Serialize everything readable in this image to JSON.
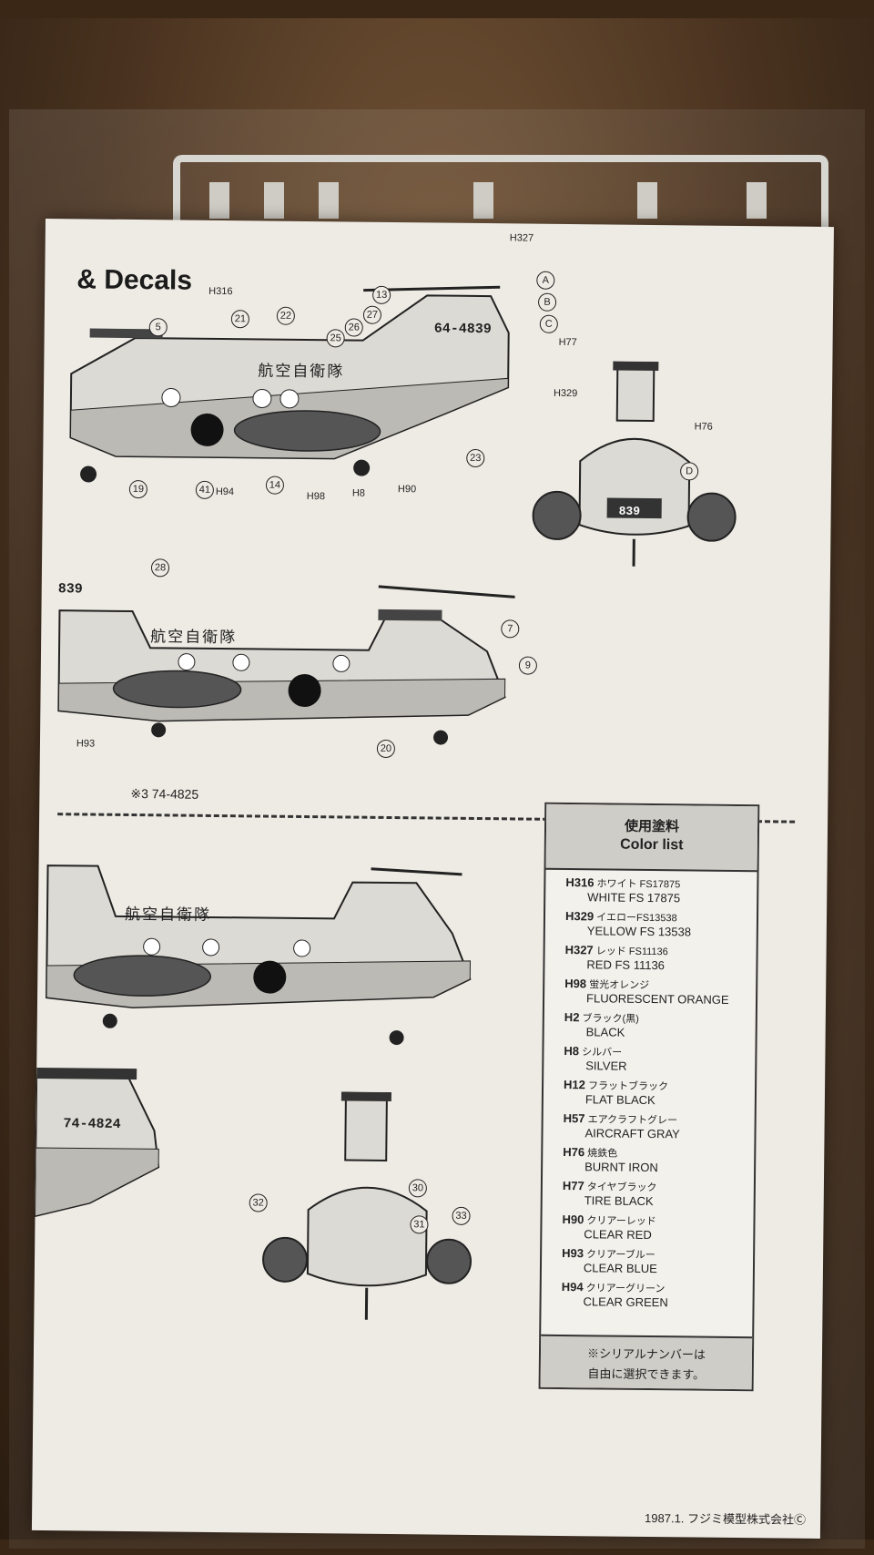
{
  "sheet": {
    "title": "& Decals",
    "profile_note": "※3 74-4825",
    "footer": "1987.1. フジミ模型株式会社Ⓒ"
  },
  "serials": [
    "64-4839",
    "839",
    "839",
    "74-4824"
  ],
  "marking_text": "航空自衛隊",
  "callouts": [
    "A",
    "B",
    "C",
    "D",
    "5",
    "13",
    "21",
    "22",
    "23",
    "25",
    "26",
    "27",
    "14",
    "19",
    "41",
    "28",
    "7",
    "9",
    "20",
    "30",
    "31",
    "32",
    "33"
  ],
  "hcodes": [
    "H327",
    "H316",
    "H329",
    "H76",
    "H77",
    "H8",
    "H90",
    "H94",
    "H98",
    "H93"
  ],
  "legend": {
    "title_jp": "使用塗料",
    "title_en": "Color list",
    "items": [
      {
        "code": "H316",
        "jp": "ホワイト FS17875",
        "en": "WHITE FS 17875"
      },
      {
        "code": "H329",
        "jp": "イエローFS13538",
        "en": "YELLOW FS 13538"
      },
      {
        "code": "H327",
        "jp": "レッド FS11136",
        "en": "RED FS 11136"
      },
      {
        "code": "H98",
        "jp": "蛍光オレンジ",
        "en": "FLUORESCENT ORANGE"
      },
      {
        "code": "H2",
        "jp": "ブラック(黒)",
        "en": "BLACK"
      },
      {
        "code": "H8",
        "jp": "シルバー",
        "en": "SILVER"
      },
      {
        "code": "H12",
        "jp": "フラットブラック",
        "en": "FLAT BLACK"
      },
      {
        "code": "H57",
        "jp": "エアクラフトグレー",
        "en": "AIRCRAFT GRAY"
      },
      {
        "code": "H76",
        "jp": "焼鉄色",
        "en": "BURNT IRON"
      },
      {
        "code": "H77",
        "jp": "タイヤブラック",
        "en": "TIRE BLACK"
      },
      {
        "code": "H90",
        "jp": "クリアーレッド",
        "en": "CLEAR RED"
      },
      {
        "code": "H93",
        "jp": "クリアーブルー",
        "en": "CLEAR BLUE"
      },
      {
        "code": "H94",
        "jp": "クリアーグリーン",
        "en": "CLEAR GREEN"
      }
    ],
    "note_line1": "※シリアルナンバーは",
    "note_line2": "自由に選択できます。"
  },
  "colors": {
    "paper": "#eeebe4",
    "ink": "#222222",
    "box": "#4a3320"
  }
}
